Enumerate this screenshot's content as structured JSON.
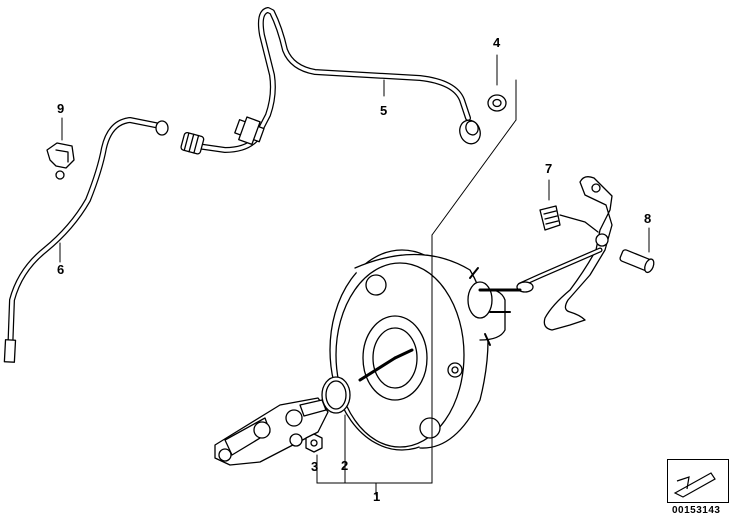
{
  "diagram": {
    "callouts": {
      "c1": "1",
      "c2": "2",
      "c3": "3",
      "c4": "4",
      "c5": "5",
      "c6": "6",
      "c7": "7",
      "c8": "8",
      "c9": "9"
    },
    "document_number": "00153143"
  }
}
